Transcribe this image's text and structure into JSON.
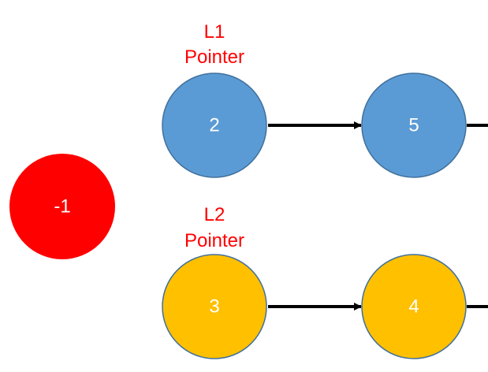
{
  "colors": {
    "sentinel": "#ff0000",
    "list1": "#5b9bd5",
    "list1_stroke": "#41719c",
    "list2": "#ffc000",
    "list2_stroke": "#41719c",
    "pointer_text": "#ff0000",
    "arrow": "#000000",
    "node_text": "#ffffff"
  },
  "sentinel": {
    "value": "-1"
  },
  "list1": {
    "pointer_line1": "L1",
    "pointer_line2": "Pointer",
    "nodes": [
      "2",
      "5"
    ]
  },
  "list2": {
    "pointer_line1": "L2",
    "pointer_line2": "Pointer",
    "nodes": [
      "3",
      "4"
    ]
  }
}
